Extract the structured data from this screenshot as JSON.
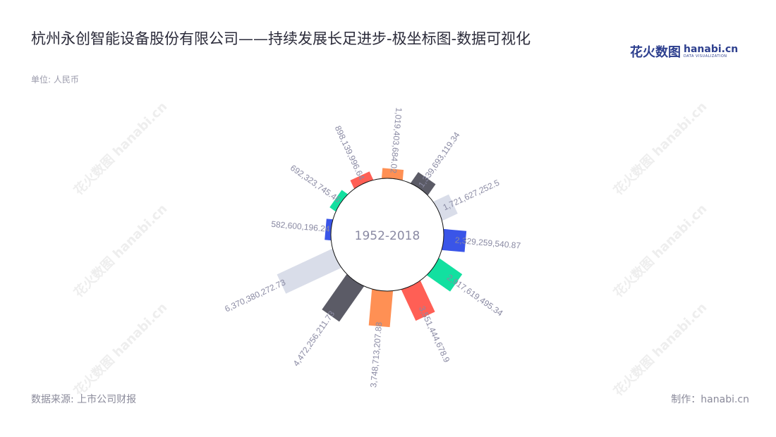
{
  "title": "杭州永创智能设备股份有限公司——持续发展长足进步-极坐标图-数据可视化",
  "unit": "单位: 人民币",
  "source": "数据来源: 上市公司财报",
  "maker": "制作：hanabi.cn",
  "logo": {
    "cn": "花火数图",
    "en": "hanabi.cn",
    "tagline": "DATA VISUALIZATION"
  },
  "watermark": "花火数图 hanabi.cn",
  "chart_data": {
    "type": "bar",
    "coordinate": "polar",
    "center_label": "1952-2018",
    "values": [
      582600196.24,
      692323745.46,
      898139996.64,
      1019403684.02,
      1339693119.34,
      1721627252.5,
      2329259540.87,
      2917619495.34,
      3551444678.9,
      3748713207.88,
      4472256211.73,
      6370380272.73
    ],
    "labels": [
      "582,600,196.24",
      "692,323,745.46",
      "898,139,996.64",
      "1,019,403,684.02",
      "1,339,693,119.34",
      "1,721,627,252.5",
      "2,329,259,540.87",
      "2,917,619,495.34",
      "3,551,444,678.9",
      "3,748,713,207.88",
      "4,472,256,211.73",
      "6,370,380,272.73"
    ],
    "colors": [
      "#3a55e8",
      "#12e0a0",
      "#ff5f55",
      "#ff9054",
      "#5b5b66",
      "#d9dde9"
    ]
  }
}
